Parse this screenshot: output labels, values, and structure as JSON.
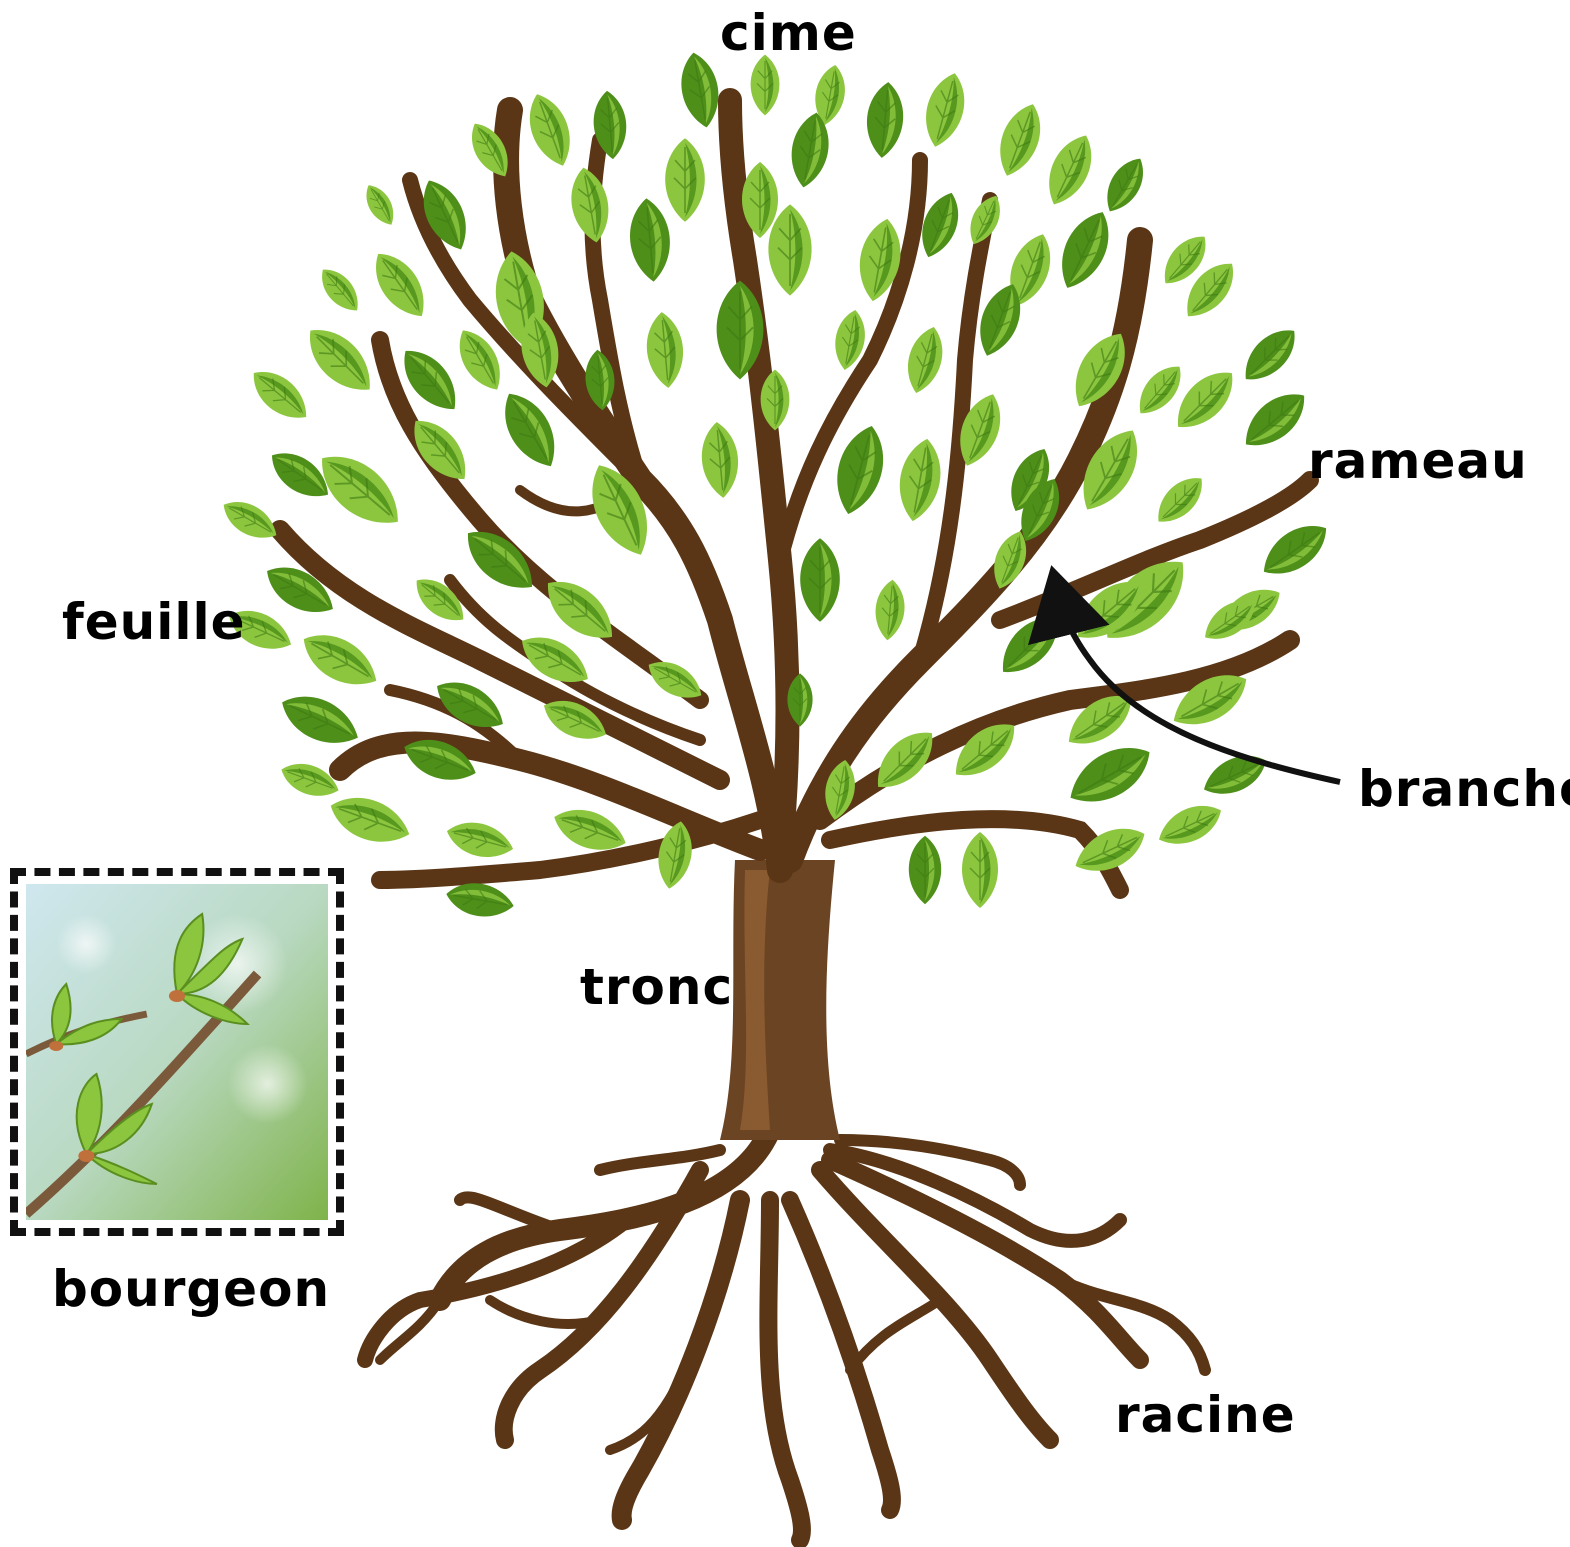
{
  "labels": {
    "cime": "cime",
    "rameau": "rameau",
    "feuille": "feuille",
    "branche": "branche",
    "tronc": "tronc",
    "bourgeon": "bourgeon",
    "racine": "racine"
  },
  "colors": {
    "trunk": "#6b4423",
    "trunk_dark": "#4e2e12",
    "leaf_light": "#8cc63f",
    "leaf_dark": "#4e8f1a",
    "label_text": "#000000"
  }
}
